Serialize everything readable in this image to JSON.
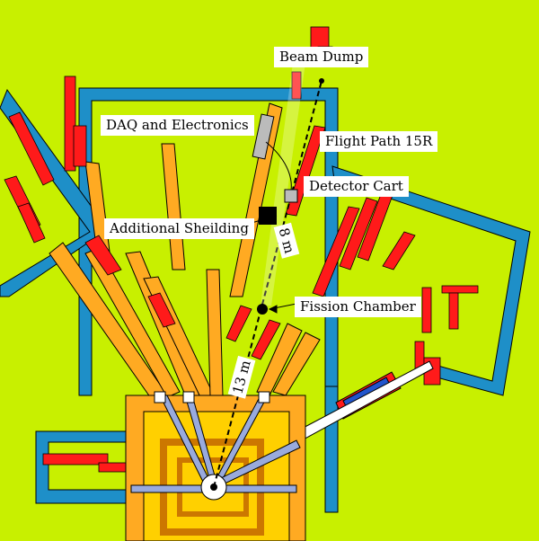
{
  "labels": {
    "beam_dump": "Beam Dump",
    "daq": "DAQ and Electronics",
    "flight_path": "Flight Path 15R",
    "detector_cart": "Detector Cart",
    "additional_shielding": "Additional Sheilding",
    "fission_chamber": "Fission Chamber",
    "distance_8m": "8 m",
    "distance_13m": "13 m"
  },
  "colors": {
    "background": "#c8f000",
    "wall_outline": "#1e8fc8",
    "shield_red": "#ff1a1a",
    "beamline_orange": "#ffaa22",
    "target_yellow": "#ffd000",
    "magnet_blue": "#2255cc"
  }
}
